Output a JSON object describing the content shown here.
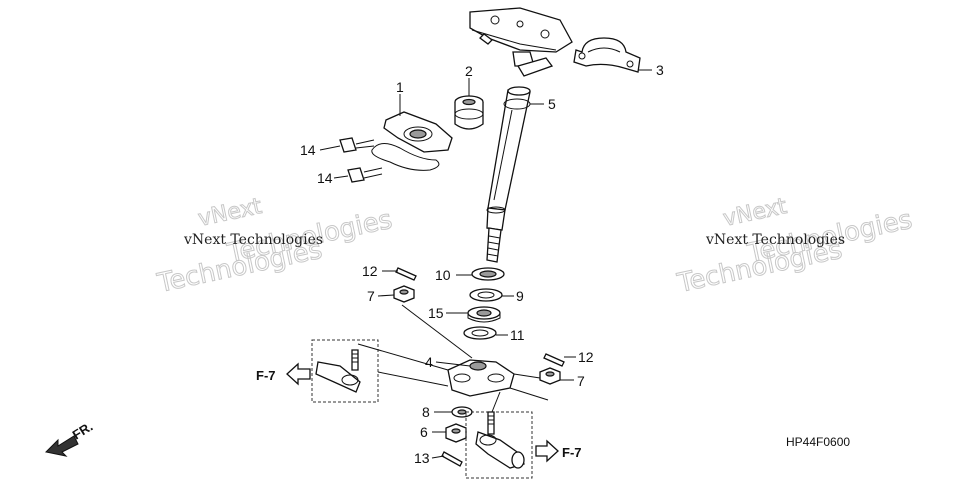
{
  "callouts": [
    {
      "id": "c1",
      "label": "1"
    },
    {
      "id": "c2",
      "label": "2"
    },
    {
      "id": "c3",
      "label": "3"
    },
    {
      "id": "c5",
      "label": "5"
    },
    {
      "id": "c14a",
      "label": "14"
    },
    {
      "id": "c14b",
      "label": "14"
    },
    {
      "id": "c12a",
      "label": "12"
    },
    {
      "id": "c7a",
      "label": "7"
    },
    {
      "id": "c10",
      "label": "10"
    },
    {
      "id": "c9",
      "label": "9"
    },
    {
      "id": "c15",
      "label": "15"
    },
    {
      "id": "c11",
      "label": "11"
    },
    {
      "id": "c4",
      "label": "4"
    },
    {
      "id": "c12b",
      "label": "12"
    },
    {
      "id": "c7b",
      "label": "7"
    },
    {
      "id": "c8",
      "label": "8"
    },
    {
      "id": "c6",
      "label": "6"
    },
    {
      "id": "c13",
      "label": "13"
    }
  ],
  "references": {
    "left": "F-7",
    "right": "F-7",
    "front": "FR."
  },
  "watermark": {
    "line1": "vNext Technologies",
    "line2": "Technologies",
    "line3": "vNext"
  },
  "diagram_code": "HP44F0600"
}
